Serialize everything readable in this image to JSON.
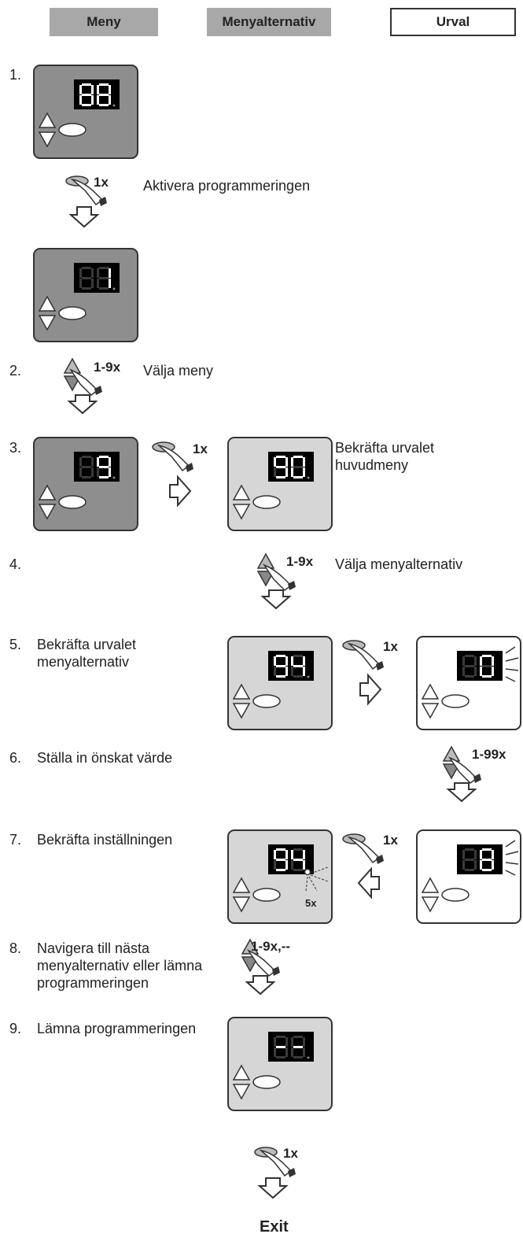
{
  "header": {
    "menu_label": "Meny",
    "menu_option_label": "Menyalternativ",
    "selection_label": "Urval"
  },
  "steps": [
    {
      "number": "1.",
      "action_text": "Aktivera programmeringen",
      "press_count": "1x",
      "display": "88"
    },
    {
      "number": "2.",
      "action_text": "Välja meny",
      "press_count": "1-9x",
      "display_after": "1"
    },
    {
      "number": "3.",
      "action_text": "Bekräfta urvalet huvudmeny",
      "press_count": "1x",
      "display_before": "9",
      "display_after": "90"
    },
    {
      "number": "4.",
      "action_text": "Välja menyalternativ",
      "press_count": "1-9x"
    },
    {
      "number": "5.",
      "action_text": "Bekräfta urvalet menyalternativ",
      "press_count": "1x",
      "display_before": "94",
      "display_after": "0"
    },
    {
      "number": "6.",
      "action_text": "Ställa in önskat värde",
      "press_count": "1-99x"
    },
    {
      "number": "7.",
      "action_text": "Bekräfta inställningen",
      "press_count": "1x",
      "blink_count": "5x",
      "display_before": "94",
      "display_after": "8"
    },
    {
      "number": "8.",
      "action_text": "Navigera till nästa menyalternativ eller lämna programmeringen",
      "press_count": "1-9x,--"
    },
    {
      "number": "9.",
      "action_text": "Lämna programmeringen",
      "press_count": "1x",
      "display": "--"
    }
  ],
  "exit_label": "Exit",
  "colors": {
    "menu_panel": "#8e8e8e",
    "option_panel": "#d6d6d6",
    "selection_panel": "#ffffff",
    "display_bg": "#000000",
    "segment_on": "#ffffff",
    "segment_off": "#3a3a3a"
  }
}
